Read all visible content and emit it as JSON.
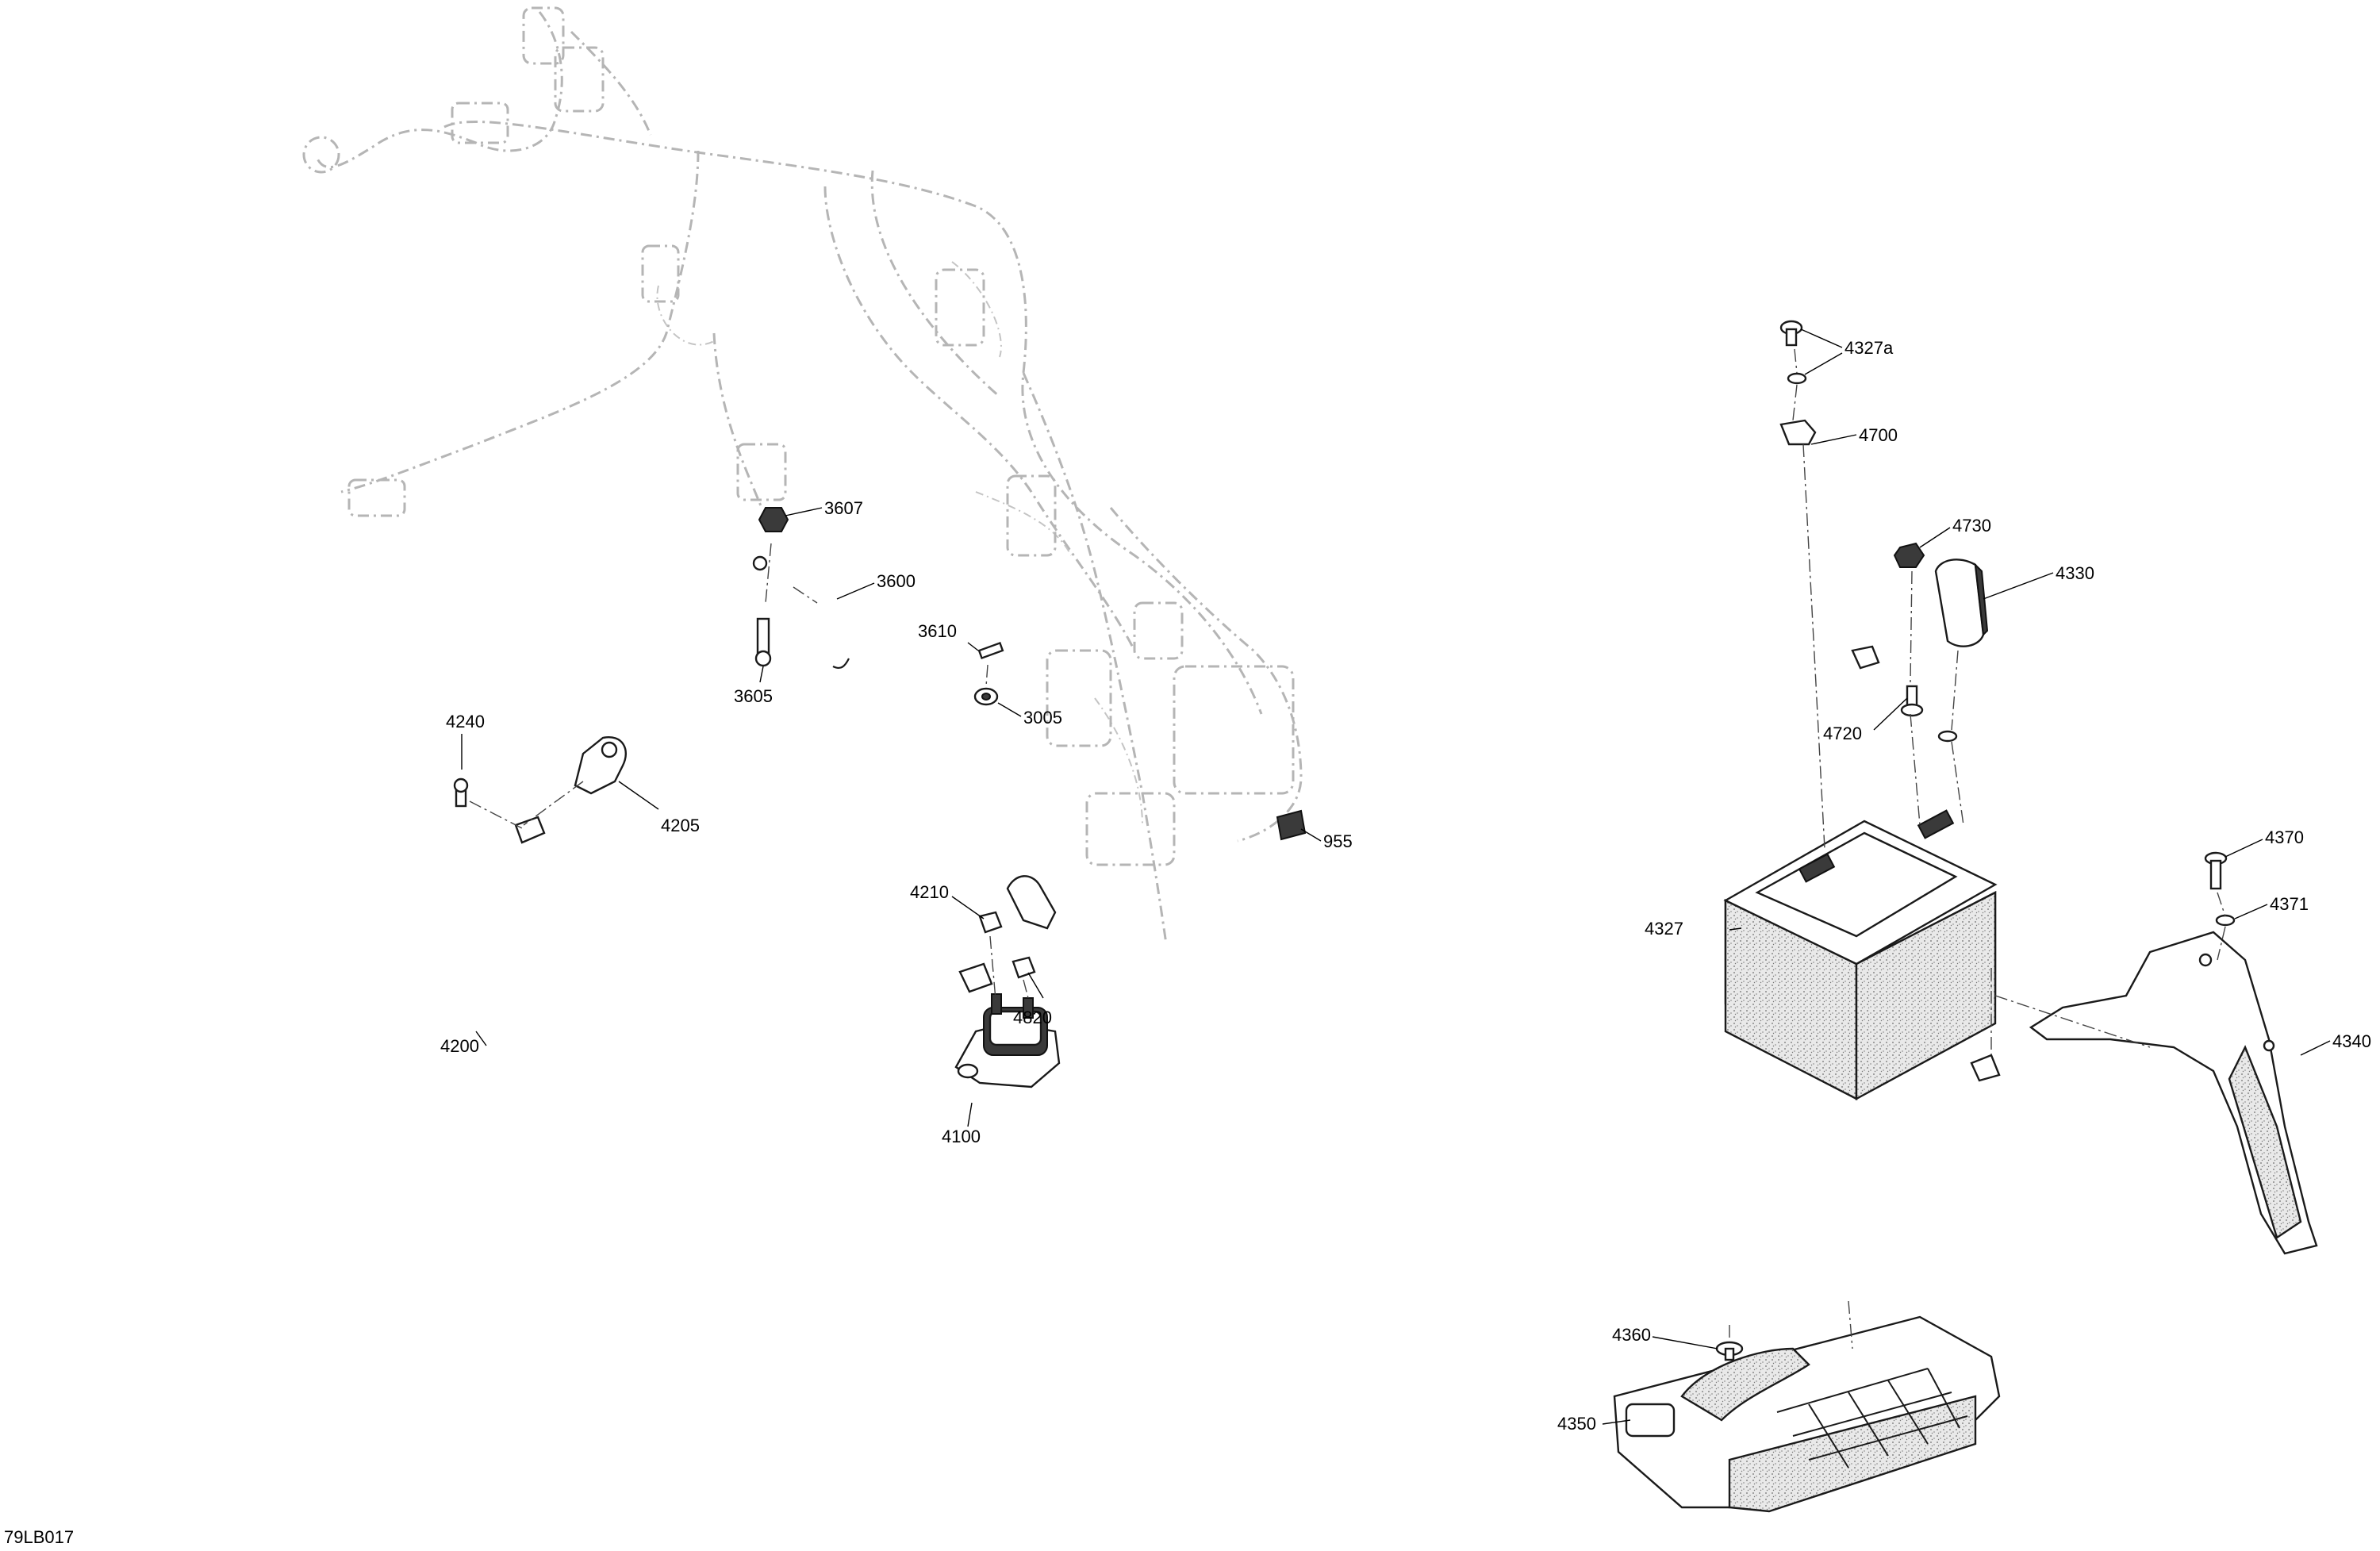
{
  "diagram_id": "79LB017",
  "callouts": {
    "c3607": "3607",
    "c3600": "3600",
    "c3610": "3610",
    "c3605": "3605",
    "c3005": "3005",
    "c4240": "4240",
    "c4205": "4205",
    "c955": "955",
    "c4210": "4210",
    "c4820": "4820",
    "c4200": "4200",
    "c4100": "4100",
    "c4327a": "4327a",
    "c4700": "4700",
    "c4730": "4730",
    "c4330": "4330",
    "c4720": "4720",
    "c4327": "4327",
    "c4370": "4370",
    "c4371": "4371",
    "c4340": "4340",
    "c4360": "4360",
    "c4350": "4350"
  }
}
